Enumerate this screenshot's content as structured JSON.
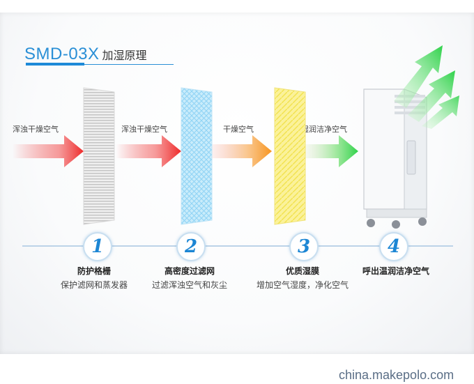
{
  "title": {
    "model": "SMD-03X",
    "text": "加湿原理"
  },
  "air_labels": [
    "浑浊干燥空气",
    "浑浊干燥空气",
    "干燥空气",
    "湿润洁净空气"
  ],
  "steps": [
    {
      "number": "1",
      "title": "防护格栅",
      "desc": "保护滤网和蒸发器"
    },
    {
      "number": "2",
      "title": "高密度过滤网",
      "desc": "过滤浑浊空气和灰尘"
    },
    {
      "number": "3",
      "title": "优质湿膜",
      "desc": "增加空气湿度，净化空气"
    },
    {
      "number": "4",
      "title": "呼出温润洁净空气",
      "desc": ""
    }
  ],
  "colors": {
    "accent": "#1c86d4",
    "arrow_red": "#ee2a2a",
    "arrow_orange": "#f7941d",
    "arrow_green": "#2fd24a",
    "filter_blue": "#8fd3f5",
    "filter_yellow": "#f7ec6a"
  },
  "watermark": "china.makepolo.com"
}
